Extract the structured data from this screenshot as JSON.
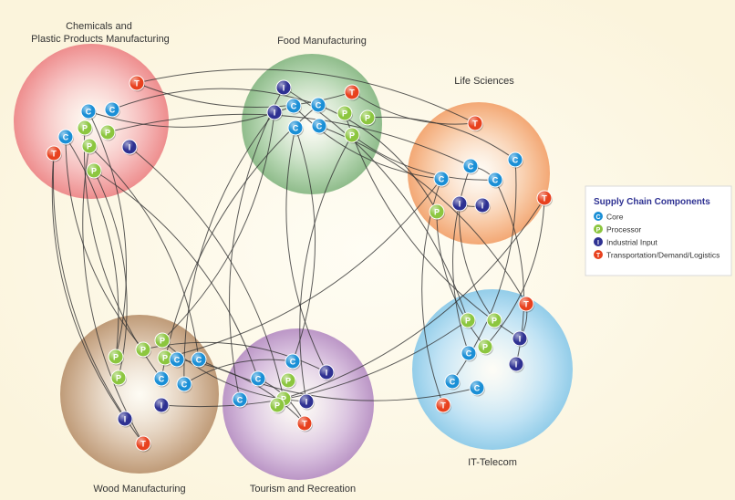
{
  "clusters": [
    {
      "id": "chemicals",
      "name_lines": [
        "Chemicals and",
        "Plastic Products Manufacturing"
      ],
      "color": "#f29b9b"
    },
    {
      "id": "food",
      "name_lines": [
        "Food Manufacturing"
      ],
      "color": "#9cc59a"
    },
    {
      "id": "life",
      "name_lines": [
        "Life Sciences"
      ],
      "color": "#f7b78b"
    },
    {
      "id": "wood",
      "name_lines": [
        "Wood Manufacturing"
      ],
      "color": "#c9a98a"
    },
    {
      "id": "tourism",
      "name_lines": [
        "Tourism and Recreation"
      ],
      "color": "#c8a8d0"
    },
    {
      "id": "it",
      "name_lines": [
        "IT-Telecom"
      ],
      "color": "#a6d6ee"
    }
  ],
  "legend": {
    "title": "Supply Chain Components",
    "items": [
      {
        "type": "C",
        "label": "Core",
        "color": "#1a8fd6"
      },
      {
        "type": "P",
        "label": "Processor",
        "color": "#8cc63f"
      },
      {
        "type": "I",
        "label": "Industrial Input",
        "color": "#2e3192"
      },
      {
        "type": "T",
        "label": "Transportation/Demand/Logistics",
        "color": "#e8411e"
      }
    ]
  },
  "node_types": {
    "C": {
      "letter": "C",
      "color": "#1a8fd6"
    },
    "P": {
      "letter": "P",
      "color": "#8cc63f"
    },
    "I": {
      "letter": "I",
      "color": "#2e3192"
    },
    "T": {
      "letter": "T",
      "color": "#e8411e"
    }
  },
  "background_color": "#fdf8e6",
  "link_color": "#333333"
}
